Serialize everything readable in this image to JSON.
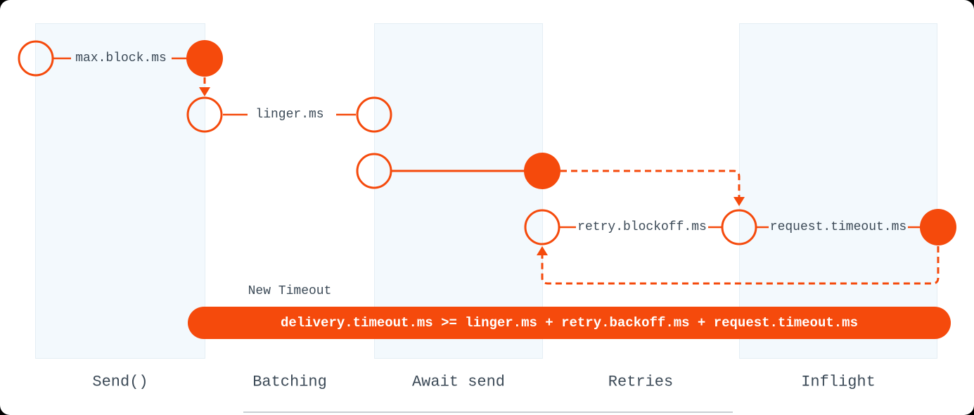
{
  "diagram": {
    "new_timeout_label": "New Timeout",
    "formula": "delivery.timeout.ms >= linger.ms + retry.backoff.ms + request.timeout.ms",
    "node_labels": {
      "max_block": "max.block.ms",
      "linger": "linger.ms",
      "retry_blockoff": "retry.blockoff.ms",
      "request_timeout": "request.timeout.ms"
    },
    "columns": [
      {
        "label": "Send()"
      },
      {
        "label": "Batching"
      },
      {
        "label": "Await send"
      },
      {
        "label": "Retries"
      },
      {
        "label": "Inflight"
      }
    ],
    "colors": {
      "accent": "#f54a0c",
      "panel_fill": "#f3f9fd",
      "panel_border": "#e4eef4",
      "text": "#3c4a57",
      "banner_text": "#ffffff"
    }
  }
}
